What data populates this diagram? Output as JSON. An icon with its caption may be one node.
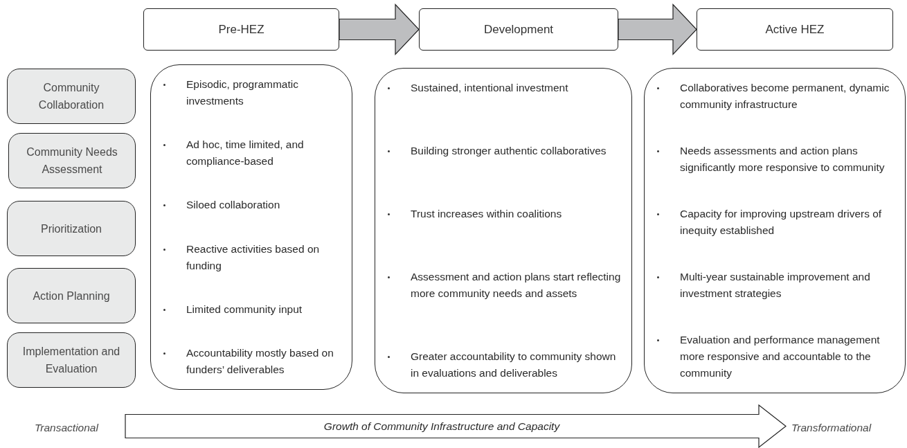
{
  "diagram": {
    "nodes": [
      {
        "text": [
          "Pre-HEZ"
        ]
      },
      {
        "text": [
          "Development"
        ]
      },
      {
        "text": [
          "Active HEZ"
        ]
      },
      {
        "text": [
          "Community Collaboration"
        ]
      },
      {
        "text": [
          "Community Needs Assessment"
        ]
      },
      {
        "text": [
          "Prioritization"
        ]
      },
      {
        "text": [
          "Action Planning"
        ]
      },
      {
        "text": [
          "Implementation and Evaluation"
        ]
      },
      {
        "text": [
          "Episodic, programmatic investments",
          "Ad hoc, time limited, and compliance-based",
          "Siloed collaboration",
          "Reactive activities based on funding",
          "Limited community input",
          "Accountability mostly based on funders’ deliverables"
        ]
      },
      {
        "text": [
          "Sustained, intentional investment",
          "Building stronger authentic collaboratives",
          "Trust increases within coalitions",
          "Assessment and action plans start reflecting more community needs and assets",
          "Greater accountability to community shown in evaluations and deliverables"
        ]
      },
      {
        "text": [
          "Collaboratives become permanent, dynamic community infrastructure",
          "Needs assessments and action plans significantly more responsive to community",
          "Capacity for improving upstream drivers of inequity established",
          "Multi-year sustainable improvement and investment strategies",
          "Evaluation and performance management more responsive and accountable to the community"
        ]
      },
      {
        "text": [
          "Growth of Community Infrastructure and Capacity"
        ]
      }
    ],
    "edges": [
      {
        "from": 0,
        "to": 1,
        "arrow": "to",
        "style": "thick"
      },
      {
        "from": 1,
        "to": 2,
        "arrow": "to",
        "style": "thick"
      }
    ],
    "labels": [
      "Transactional",
      "Transformational"
    ]
  }
}
